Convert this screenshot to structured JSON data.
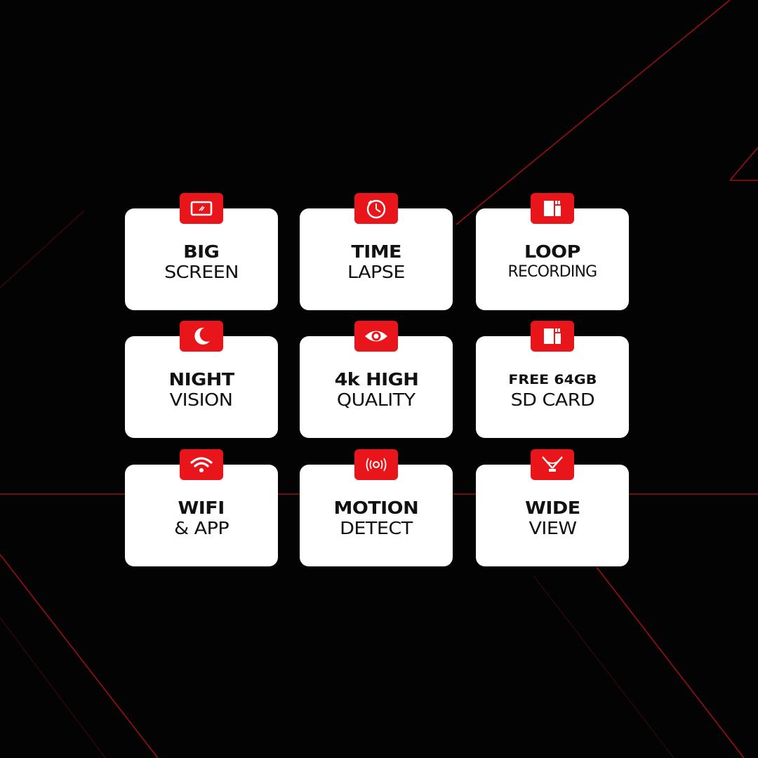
{
  "colors": {
    "background": "#030303",
    "card": "#ffffff",
    "accent": "#e8161b",
    "text": "#111111"
  },
  "features": [
    {
      "icon": "screen-icon",
      "line1": "BIG",
      "line2": "SCREEN"
    },
    {
      "icon": "clock-icon",
      "line1": "TIME",
      "line2": "LAPSE"
    },
    {
      "icon": "sd-card-icon",
      "line1": "LOOP",
      "line2": "RECORDING"
    },
    {
      "icon": "moon-icon",
      "line1": "NIGHT",
      "line2": "VISION"
    },
    {
      "icon": "eye-icon",
      "line1": "4k HIGH",
      "line2": "QUALITY"
    },
    {
      "icon": "sd-card-icon",
      "line1": "FREE 64GB",
      "line2": "SD CARD"
    },
    {
      "icon": "wifi-icon",
      "line1": "WIFI",
      "line2": "& APP"
    },
    {
      "icon": "motion-sensor-icon",
      "line1": "MOTION",
      "line2": "DETECT"
    },
    {
      "icon": "wide-angle-icon",
      "line1": "WIDE",
      "line2": "VIEW"
    }
  ]
}
